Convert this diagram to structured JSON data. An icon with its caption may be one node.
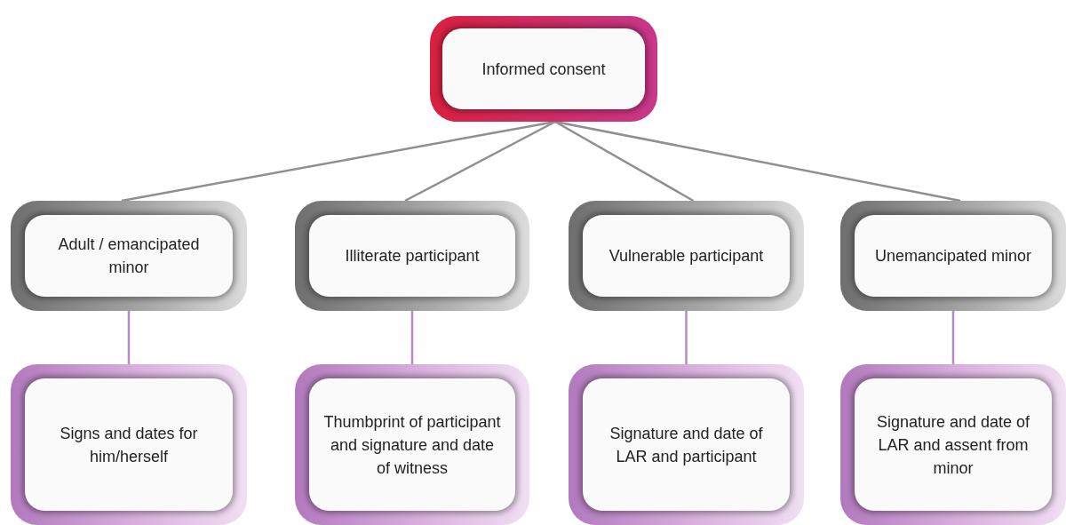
{
  "diagram": {
    "nodes": [
      {
        "text": [
          "Informed consent"
        ]
      },
      {
        "text": [
          "Adult / emancipated minor"
        ]
      },
      {
        "text": [
          "Illiterate participant"
        ]
      },
      {
        "text": [
          "Vulnerable participant"
        ]
      },
      {
        "text": [
          "Unemancipated minor"
        ]
      },
      {
        "text": [
          "Signs and dates for him/herself"
        ]
      },
      {
        "text": [
          "Thumbprint of participant and signature and date of witness"
        ]
      },
      {
        "text": [
          "Signature and date of LAR and participant"
        ]
      },
      {
        "text": [
          "Signature and date of LAR and assent from minor"
        ]
      }
    ],
    "edges": [
      {
        "from": 0,
        "to": 1,
        "arrow": "none"
      },
      {
        "from": 0,
        "to": 2,
        "arrow": "none"
      },
      {
        "from": 0,
        "to": 3,
        "arrow": "none"
      },
      {
        "from": 0,
        "to": 4,
        "arrow": "none"
      },
      {
        "from": 1,
        "to": 5,
        "arrow": "none",
        "color": "#b98ac4"
      },
      {
        "from": 2,
        "to": 6,
        "arrow": "none",
        "color": "#b98ac4"
      },
      {
        "from": 3,
        "to": 7,
        "arrow": "none",
        "color": "#b98ac4"
      },
      {
        "from": 4,
        "to": 8,
        "arrow": "none",
        "color": "#b98ac4"
      }
    ]
  }
}
